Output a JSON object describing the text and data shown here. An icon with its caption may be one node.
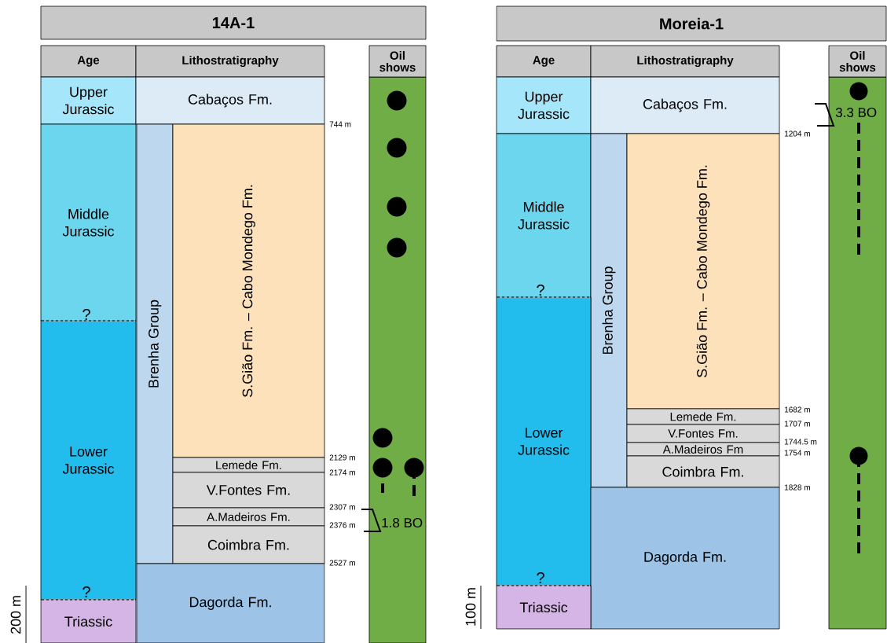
{
  "diagram": {
    "nodes": [
      {
        "text": [
          "14A-1"
        ]
      },
      {
        "text": [
          "Age"
        ]
      },
      {
        "text": [
          "Lithostratigraphy"
        ]
      },
      {
        "text": [
          "Oil shows"
        ]
      },
      {
        "text": [
          "Upper Jurassic"
        ]
      },
      {
        "text": [
          "Cabaços Fm."
        ]
      },
      {
        "text": [
          "Middle Jurassic"
        ]
      },
      {
        "text": [
          "Brenha Group"
        ]
      },
      {
        "text": [
          "S.Gião Fm. – Cabo Mondego Fm."
        ]
      },
      {
        "text": [
          "Lower Jurassic"
        ]
      },
      {
        "text": [
          "Lemede Fm."
        ]
      },
      {
        "text": [
          "V.Fontes Fm."
        ]
      },
      {
        "text": [
          "A.Madeiros Fm."
        ]
      },
      {
        "text": [
          "Coimbra Fm."
        ]
      },
      {
        "text": [
          "Dagorda Fm."
        ]
      },
      {
        "text": [
          "Triassic"
        ]
      },
      {
        "text": [
          "Moreia-1"
        ]
      },
      {
        "text": [
          "Age"
        ]
      },
      {
        "text": [
          "Lithostratigraphy"
        ]
      },
      {
        "text": [
          "Oil shows"
        ]
      },
      {
        "text": [
          "Upper Jurassic"
        ]
      },
      {
        "text": [
          "Cabaços Fm."
        ]
      },
      {
        "text": [
          "Middle Jurassic"
        ]
      },
      {
        "text": [
          "Brenha Group"
        ]
      },
      {
        "text": [
          "S.Gião Fm. – Cabo Mondego Fm."
        ]
      },
      {
        "text": [
          "Lower Jurassic"
        ]
      },
      {
        "text": [
          "Lemede Fm."
        ]
      },
      {
        "text": [
          "V.Fontes Fm."
        ]
      },
      {
        "text": [
          "A.Madeiros Fm"
        ]
      },
      {
        "text": [
          "Coimbra Fm."
        ]
      },
      {
        "text": [
          "Dagorda Fm."
        ]
      },
      {
        "text": [
          "Triassic"
        ]
      }
    ],
    "labels": [
      "744 m",
      "2129 m",
      "2174 m",
      "2307 m",
      "2376 m",
      "2527 m",
      "1.8 BO",
      "?",
      "?",
      "200 m",
      "1204 m",
      "1682 m",
      "1707 m",
      "1744.5 m",
      "1754 m",
      "1828 m",
      "3.3 BO",
      "?",
      "?",
      "100 m"
    ]
  }
}
